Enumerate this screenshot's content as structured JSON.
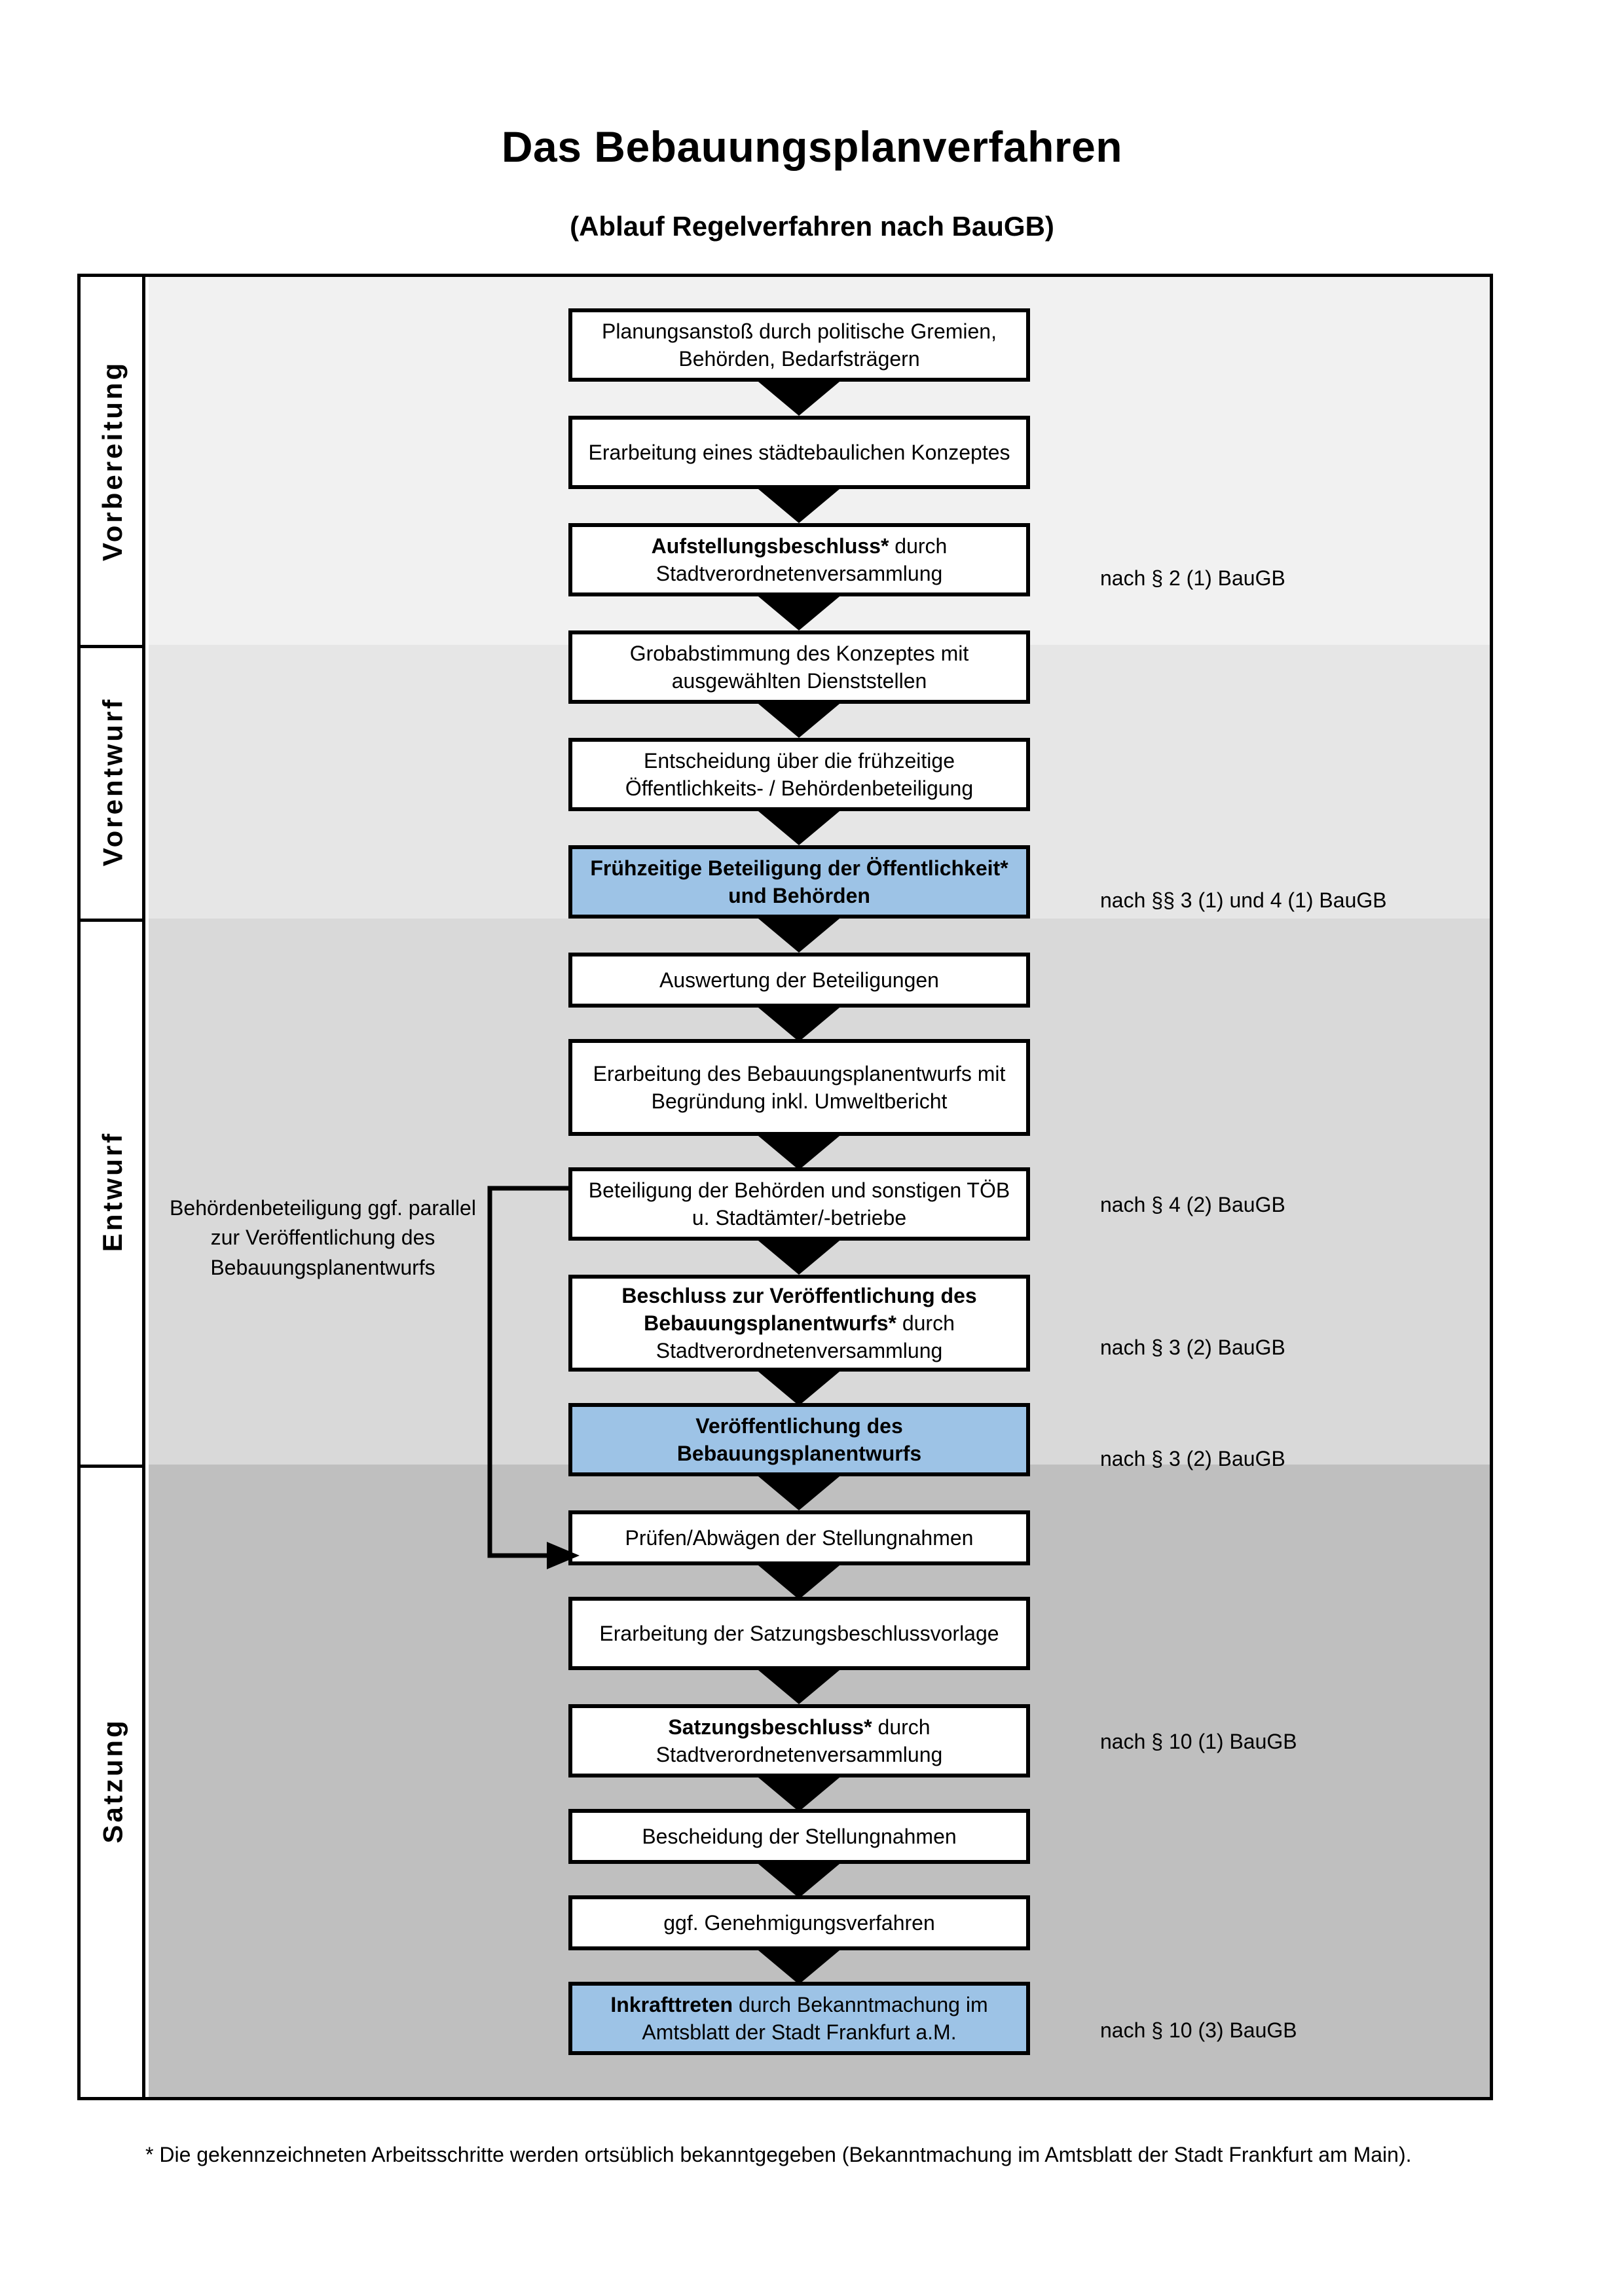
{
  "document": {
    "title": "Das Bebauungsplanverfahren",
    "subtitle": "(Ablauf Regelverfahren nach BauGB)",
    "footnote": "* Die gekennzeichneten Arbeitsschritte werden ortsüblich bekanntgegeben (Bekanntmachung im Amtsblatt  der Stadt Frankfurt am Main)."
  },
  "colors": {
    "highlight_box": "#9dc3e6",
    "band_1": "#f1f1f1",
    "band_2": "#e6e6e6",
    "band_3": "#d9d9d9",
    "band_4": "#bfbfbf",
    "line": "#000000",
    "box_fill": "#ffffff"
  },
  "stages": [
    {
      "label": "Vorbereitung"
    },
    {
      "label": "Vorentwurf"
    },
    {
      "label": "Entwurf"
    },
    {
      "label": "Satzung"
    }
  ],
  "steps": [
    {
      "id": "s1",
      "stage": "Vorbereitung",
      "highlight": false,
      "bold_prefix": "",
      "text": "Planungsanstoß durch politische Gremien, Behörden, Bedarfsträgern"
    },
    {
      "id": "s2",
      "stage": "Vorbereitung",
      "highlight": false,
      "bold_prefix": "",
      "text": "Erarbeitung eines städtebaulichen Konzeptes"
    },
    {
      "id": "s3",
      "stage": "Vorbereitung",
      "highlight": false,
      "bold_prefix": "Aufstellungsbeschluss*",
      "text": " durch Stadtverordnetenversammlung"
    },
    {
      "id": "s4",
      "stage": "Vorentwurf",
      "highlight": false,
      "bold_prefix": "",
      "text": "Grobabstimmung des Konzeptes mit ausgewählten Dienststellen"
    },
    {
      "id": "s5",
      "stage": "Vorentwurf",
      "highlight": false,
      "bold_prefix": "",
      "text": "Entscheidung über die frühzeitige Öffentlichkeits- / Behördenbeteiligung"
    },
    {
      "id": "s6",
      "stage": "Vorentwurf",
      "highlight": true,
      "bold_prefix": "Frühzeitige Beteiligung der Öffentlichkeit* und Behörden",
      "text": ""
    },
    {
      "id": "s7",
      "stage": "Entwurf",
      "highlight": false,
      "bold_prefix": "",
      "text": "Auswertung der Beteiligungen"
    },
    {
      "id": "s8",
      "stage": "Entwurf",
      "highlight": false,
      "bold_prefix": "",
      "text": "Erarbeitung des Bebauungsplanentwurfs mit Begründung inkl. Umweltbericht"
    },
    {
      "id": "s9",
      "stage": "Entwurf",
      "highlight": false,
      "bold_prefix": "",
      "text": "Beteiligung der Behörden und sonstigen TÖB u. Stadtämter/-betriebe"
    },
    {
      "id": "s10",
      "stage": "Entwurf",
      "highlight": false,
      "bold_prefix": "Beschluss zur Veröffentlichung des Bebauungsplanentwurfs*",
      "text": " durch Stadtverordnetenversammlung"
    },
    {
      "id": "s11",
      "stage": "Entwurf",
      "highlight": true,
      "bold_prefix": "Veröffentlichung des Bebauungsplanentwurfs",
      "text": ""
    },
    {
      "id": "s12",
      "stage": "Satzung",
      "highlight": false,
      "bold_prefix": "",
      "text": "Prüfen/Abwägen der Stellungnahmen"
    },
    {
      "id": "s13",
      "stage": "Satzung",
      "highlight": false,
      "bold_prefix": "",
      "text": "Erarbeitung der Satzungsbeschlussvorlage"
    },
    {
      "id": "s14",
      "stage": "Satzung",
      "highlight": false,
      "bold_prefix": "Satzungsbeschluss*",
      "text": " durch Stadtverordnetenversammlung"
    },
    {
      "id": "s15",
      "stage": "Satzung",
      "highlight": false,
      "bold_prefix": "",
      "text": "Bescheidung der Stellungnahmen"
    },
    {
      "id": "s16",
      "stage": "Satzung",
      "highlight": false,
      "bold_prefix": "",
      "text": "ggf. Genehmigungsverfahren"
    },
    {
      "id": "s17",
      "stage": "Satzung",
      "highlight": true,
      "bold_prefix": "Inkrafttreten",
      "text": " durch Bekanntmachung im Amtsblatt der Stadt Frankfurt a.M."
    }
  ],
  "annotations": [
    {
      "for": "s3",
      "text": "nach § 2 (1) BauGB"
    },
    {
      "for": "s6",
      "text": "nach §§ 3 (1) und 4 (1) BauGB"
    },
    {
      "for": "s9",
      "text": "nach § 4 (2) BauGB"
    },
    {
      "for": "s10",
      "text": "nach § 3 (2) BauGB"
    },
    {
      "for": "s11",
      "text": "nach § 3 (2) BauGB"
    },
    {
      "for": "s14",
      "text": "nach § 10 (1) BauGB"
    },
    {
      "for": "s17",
      "text": "nach § 10 (3) BauGB"
    }
  ],
  "side_note": {
    "text": "Behördenbeteiligung ggf. parallel zur Veröffentlichung des Bebauungsplanentwurfs"
  },
  "chart_data": {
    "type": "flowchart",
    "title": "Das Bebauungsplanverfahren",
    "orientation": "vertical",
    "swimlanes": [
      "Vorbereitung",
      "Vorentwurf",
      "Entwurf",
      "Satzung"
    ],
    "node_sequence": [
      "s1",
      "s2",
      "s3",
      "s4",
      "s5",
      "s6",
      "s7",
      "s8",
      "s9",
      "s10",
      "s11",
      "s12",
      "s13",
      "s14",
      "s15",
      "s16",
      "s17"
    ],
    "edges_sequential": [
      [
        "s1",
        "s2"
      ],
      [
        "s2",
        "s3"
      ],
      [
        "s3",
        "s4"
      ],
      [
        "s4",
        "s5"
      ],
      [
        "s5",
        "s6"
      ],
      [
        "s6",
        "s7"
      ],
      [
        "s7",
        "s8"
      ],
      [
        "s8",
        "s9"
      ],
      [
        "s9",
        "s10"
      ],
      [
        "s10",
        "s11"
      ],
      [
        "s11",
        "s12"
      ],
      [
        "s12",
        "s13"
      ],
      [
        "s13",
        "s14"
      ],
      [
        "s14",
        "s15"
      ],
      [
        "s15",
        "s16"
      ],
      [
        "s16",
        "s17"
      ]
    ],
    "edges_branch": [
      [
        "s9",
        "s11"
      ]
    ],
    "highlighted_nodes": [
      "s6",
      "s11",
      "s17"
    ]
  }
}
